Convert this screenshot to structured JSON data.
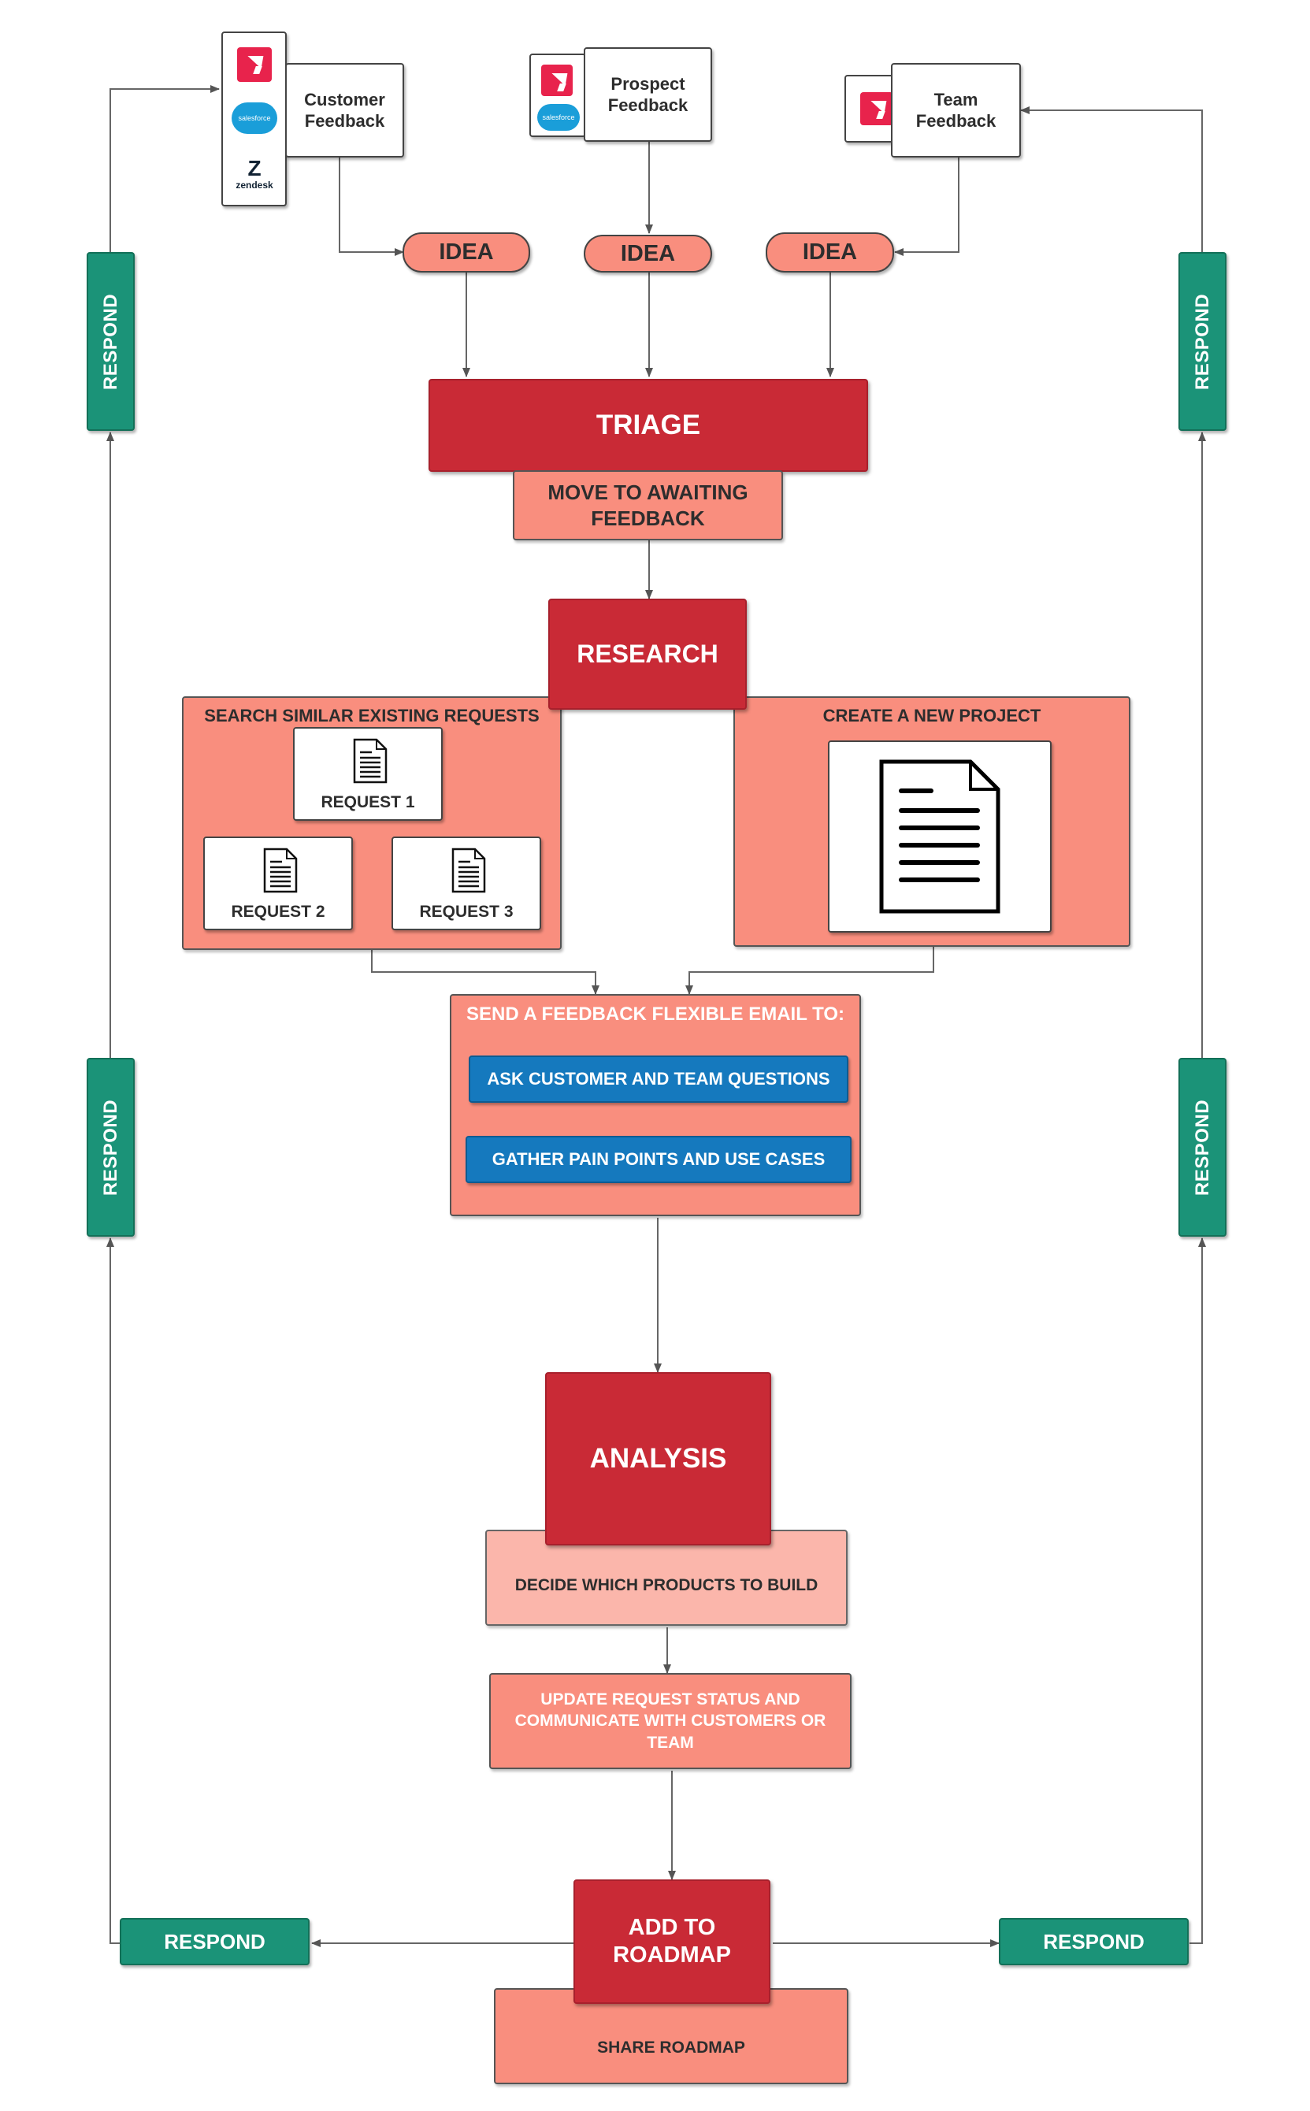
{
  "sources": {
    "customer": "Customer\nFeedback",
    "prospect": "Prospect\nFeedback",
    "team": "Team\nFeedback",
    "logos": {
      "salesforce": "salesforce",
      "zendesk": "zendesk",
      "productboard": "red-arrow-logo"
    }
  },
  "ideas": [
    "IDEA",
    "IDEA",
    "IDEA"
  ],
  "triage": {
    "title": "TRIAGE",
    "sub": "MOVE TO AWAITING FEEDBACK"
  },
  "research": {
    "title": "RESEARCH",
    "search_title": "SEARCH SIMILAR EXISTING REQUESTS",
    "requests": [
      "REQUEST 1",
      "REQUEST 2",
      "REQUEST 3"
    ],
    "create_title": "CREATE A NEW PROJECT"
  },
  "email": {
    "title": "SEND A FEEDBACK FLEXIBLE EMAIL TO:",
    "ask": "ASK CUSTOMER AND TEAM QUESTIONS",
    "gather": "GATHER PAIN POINTS AND USE CASES"
  },
  "analysis": {
    "title": "ANALYSIS",
    "decide": "DECIDE WHICH PRODUCTS TO BUILD"
  },
  "update": "UPDATE REQUEST STATUS AND COMMUNICATE WITH CUSTOMERS OR TEAM",
  "roadmap": {
    "title": "ADD TO\nROADMAP",
    "share": "SHARE  ROADMAP"
  },
  "respond": [
    "RESPOND",
    "RESPOND",
    "RESPOND",
    "RESPOND",
    "RESPOND",
    "RESPOND"
  ],
  "colors": {
    "dark_red": "#c92a36",
    "salmon": "#f98e7e",
    "pale_salmon": "#fbb6ab",
    "blue": "#1579be",
    "green": "#1b9378"
  }
}
